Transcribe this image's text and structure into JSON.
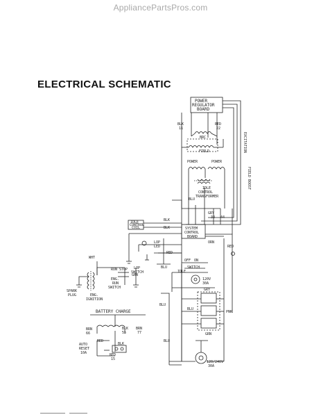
{
  "watermark": "AppliancePartsPros.com",
  "title": "ELECTRICAL SCHEMATIC",
  "labels": {
    "power_regulator_board": [
      "POWER",
      "REGULATOR",
      "BOARD"
    ],
    "field": "FIELD",
    "brc": "BRC",
    "power_left": "POWER",
    "power_right": "POWER",
    "idle_control_transformer": [
      "IDLE",
      "CONTROL",
      "TRANSFORMER"
    ],
    "idle_control_coil": [
      "IDLE",
      "CONTROL",
      "COIL"
    ],
    "system_control_board": [
      "SYSTEM",
      "CONTROL",
      "BOARD"
    ],
    "low_oil_led": [
      "LOP",
      "LED"
    ],
    "low_oil_switch": [
      "LOP",
      "SWITCH"
    ],
    "stop": "STOP",
    "run": "RUN",
    "eng_run_switch": [
      "ENG.",
      "RUN",
      "SWITCH"
    ],
    "spark_plug": [
      "SPARK",
      "PLUG"
    ],
    "eng_ignition": [
      "ENG.",
      "IGNITION"
    ],
    "battery_charge": "BATTERY CHARGE",
    "auto_reset": [
      "AUTO",
      "RESET",
      "10A"
    ],
    "idle_switch": [
      "IDLE",
      "SWITCH"
    ],
    "receptacle_120v": [
      "120V",
      "30A"
    ],
    "receptacle_120_240v": [
      "120/240V",
      "30A"
    ],
    "off": "OFF",
    "on": "ON",
    "vertical_text_1": "EXCITATION",
    "vertical_text_2": "FIELD BOOST",
    "wire_colors": [
      "BLK",
      "RED",
      "BLU",
      "GRY",
      "BRN",
      "GRN",
      "WHT",
      "ORN",
      "PNK"
    ],
    "numbers": [
      "11",
      "22",
      "33",
      "44",
      "55",
      "66",
      "77",
      "15"
    ]
  }
}
